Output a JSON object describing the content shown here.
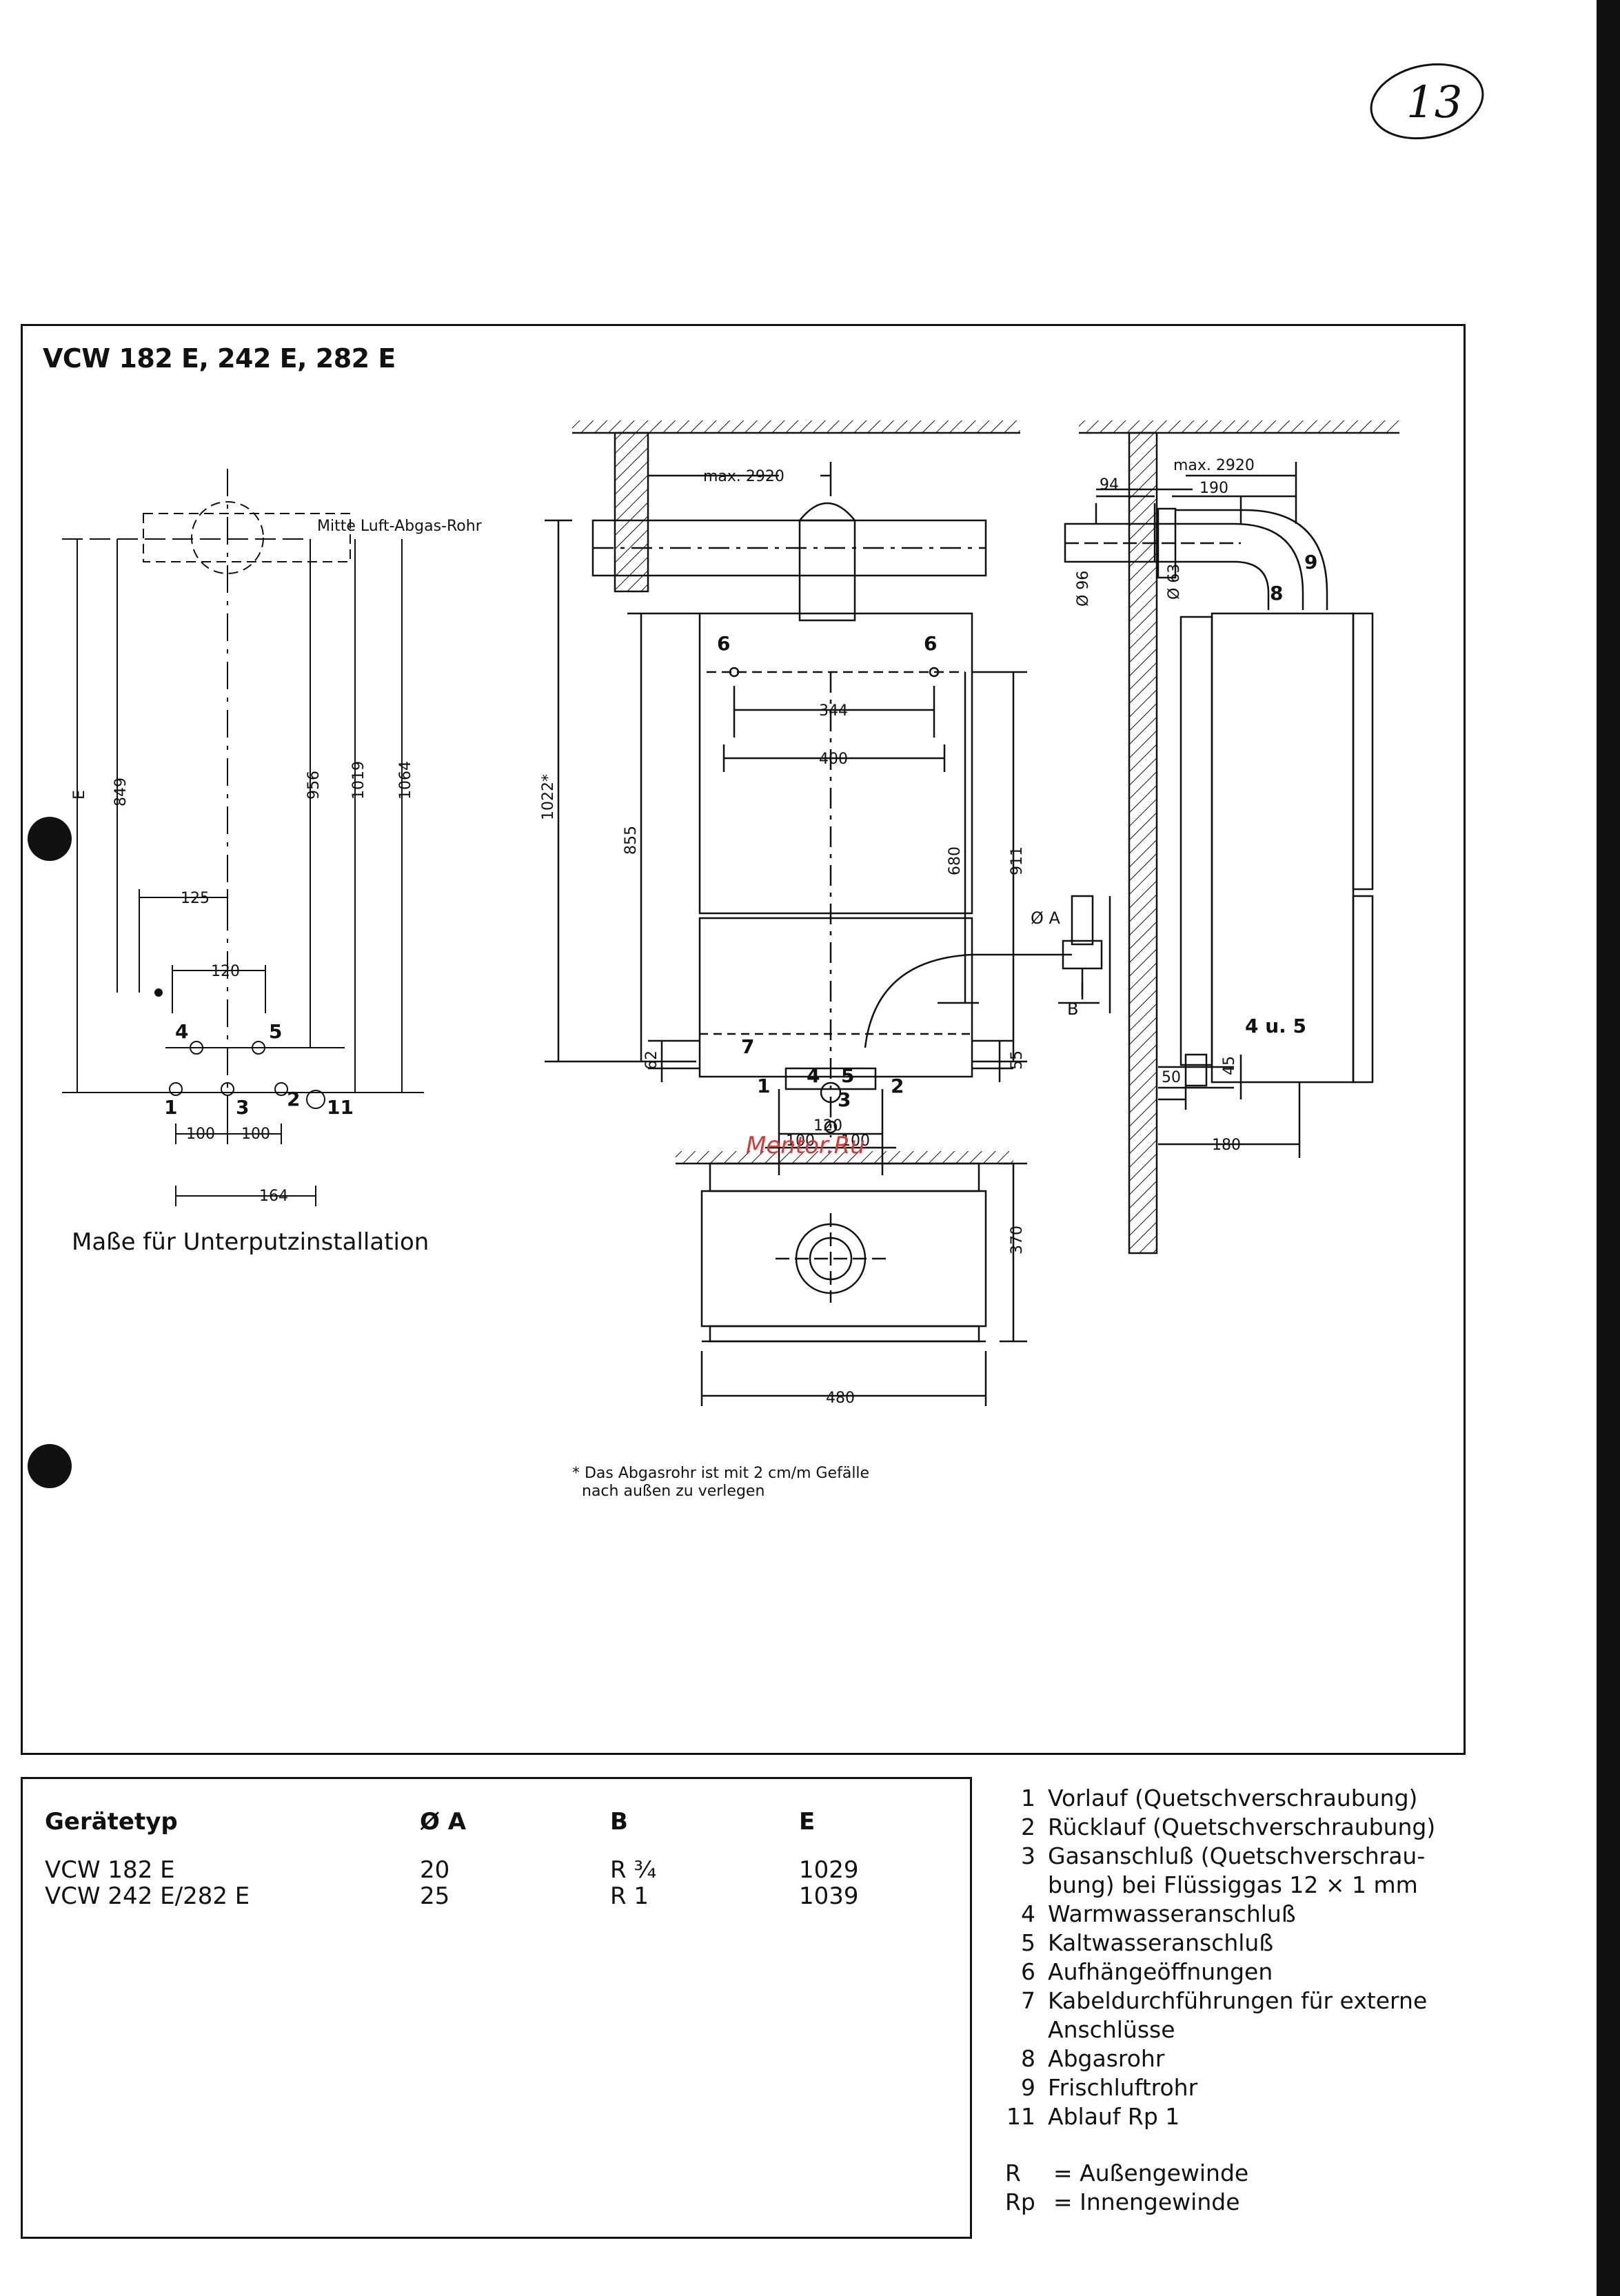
{
  "page_number": "13",
  "model_title": "VCW 182 E, 242 E, 282 E",
  "watermark": "Mentor.Ru",
  "underplaster": {
    "label_center": "Mitte Luft-Abgas-Rohr",
    "caption": "Maße für Unterputzinstallation",
    "dims": {
      "e": "E",
      "d849": "849",
      "d956": "956",
      "d1019": "1019",
      "d1064": "1064",
      "d125": "125",
      "d120": "120",
      "d100a": "100",
      "d100b": "100",
      "d164": "164"
    },
    "markers": {
      "n1": "1",
      "n3": "3",
      "n2": "2",
      "n11": "11",
      "n4": "4",
      "n5": "5"
    }
  },
  "front_view": {
    "dims": {
      "max2920": "max. 2920",
      "d1022": "1022*",
      "d855": "855",
      "d344": "344",
      "d400": "400",
      "d911": "911",
      "d680": "680",
      "d62": "62",
      "d55": "55",
      "d120": "120",
      "d100a": "100",
      "d100b": "100",
      "d370": "370",
      "d480": "480"
    },
    "markers": {
      "n6a": "6",
      "n6b": "6",
      "n7": "7",
      "n1": "1",
      "n4": "4",
      "n5": "5",
      "n2": "2",
      "n3": "3"
    },
    "pipe_labels": {
      "diam_a": "Ø A",
      "b": "B"
    }
  },
  "side_view": {
    "dims": {
      "max2920": "max. 2920",
      "d94": "94",
      "d190": "190",
      "d96": "Ø 96",
      "d63": "Ø 63",
      "d45": "45",
      "d50": "50",
      "d180": "180"
    },
    "markers": {
      "n9": "9",
      "n8": "8",
      "n45": "4 u. 5"
    }
  },
  "footnote": [
    "* Das Abgasrohr ist mit 2 cm/m Gefälle",
    "nach außen zu verlegen"
  ],
  "table": {
    "headers": [
      "Gerätetyp",
      "Ø A",
      "B",
      "E"
    ],
    "rows": [
      [
        "VCW 182 E",
        "20",
        "R ¾",
        "1029"
      ],
      [
        "VCW 242 E/282 E",
        "25",
        "R 1",
        "1039"
      ]
    ]
  },
  "legend": [
    {
      "num": "1",
      "text": "Vorlauf (Quetschverschraubung)"
    },
    {
      "num": "2",
      "text": "Rücklauf (Quetschverschraubung)"
    },
    {
      "num": "3",
      "text": "Gasanschluß (Quetschverschrau-bung) bei Flüssiggas 12 × 1 mm"
    },
    {
      "num": "4",
      "text": "Warmwasseranschluß"
    },
    {
      "num": "5",
      "text": "Kaltwasseranschluß"
    },
    {
      "num": "6",
      "text": "Aufhängeöffnungen"
    },
    {
      "num": "7",
      "text": "Kabeldurchführungen für externe Anschlüsse"
    },
    {
      "num": "8",
      "text": "Abgasrohr"
    },
    {
      "num": "9",
      "text": "Frischluftrohr"
    },
    {
      "num": "11",
      "text": "Ablauf Rp 1"
    }
  ],
  "abbreviations": [
    {
      "key": "R",
      "text": "= Außengewinde"
    },
    {
      "key": "Rp",
      "text": "= Innengewinde"
    }
  ]
}
